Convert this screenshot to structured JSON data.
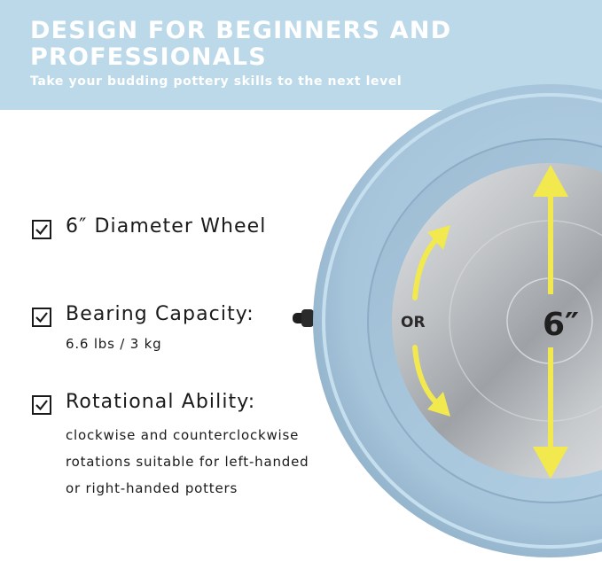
{
  "header": {
    "headline_line1": "DESIGN FOR BEGINNERS AND",
    "headline_line2": "PROFESSIONALS",
    "subline": "Take your budding pottery skills to the next level"
  },
  "features": [
    {
      "title": "6″ Diameter Wheel",
      "details": []
    },
    {
      "title": "Bearing Capacity:",
      "details": [
        "6.6 lbs / 3 kg"
      ]
    },
    {
      "title": "Rotational Ability:",
      "details": [
        "clockwise and counterclockwise",
        "rotations suitable for left-handed",
        "or right-handed potters"
      ]
    }
  ],
  "wheel": {
    "or_label": "OR",
    "size_label": "6″"
  },
  "colors": {
    "header_bg": "#bcd9ea",
    "basin": "#a9c7dc",
    "arrow": "#f2e94e",
    "text": "#1a1a1a"
  },
  "icons": [
    "checkbox-check-icon",
    "rotation-arrow-icon",
    "diameter-arrow-icon"
  ]
}
